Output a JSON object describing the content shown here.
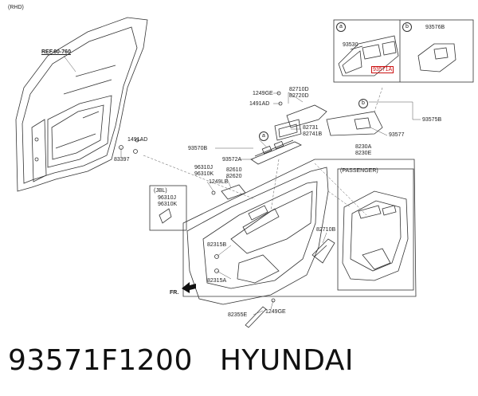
{
  "labels": {
    "rhd": "(RHD)",
    "ref": "REF.60-760",
    "l1491ad_a": "1491AD",
    "l83397": "83397",
    "l1249ge_a": "1249GE",
    "l1491ad_b": "1491AD",
    "l82710d": "82710D",
    "l82720d": "82720D",
    "l82731": "82731",
    "l82741b": "82741B",
    "l93570b": "93570B",
    "l93572a": "93572A",
    "l96310j_a": "96310J",
    "l96310k_a": "96310K",
    "l1249lb": "1249LB",
    "l82610": "82610",
    "l82620": "82620",
    "jbl": "(JBL)",
    "l96310j_b": "96310J",
    "l96310k_b": "96310K",
    "l8230a": "8230A",
    "l8230e": "8230E",
    "passenger": "(PASSENGER)",
    "l93577": "93577",
    "l93575b": "93575B",
    "l82710b": "82710B",
    "l82315b": "82315B",
    "l82315a": "82315A",
    "fr": "FR.",
    "l82355e": "82355E",
    "l1249ge_b": "1249GE",
    "callout_a": "a",
    "callout_b": "b",
    "l93530": "93530",
    "l93571a": "93571A",
    "l93576b": "93576B"
  },
  "footer": {
    "part_number": "93571F1200",
    "brand": "HYUNDAI"
  }
}
